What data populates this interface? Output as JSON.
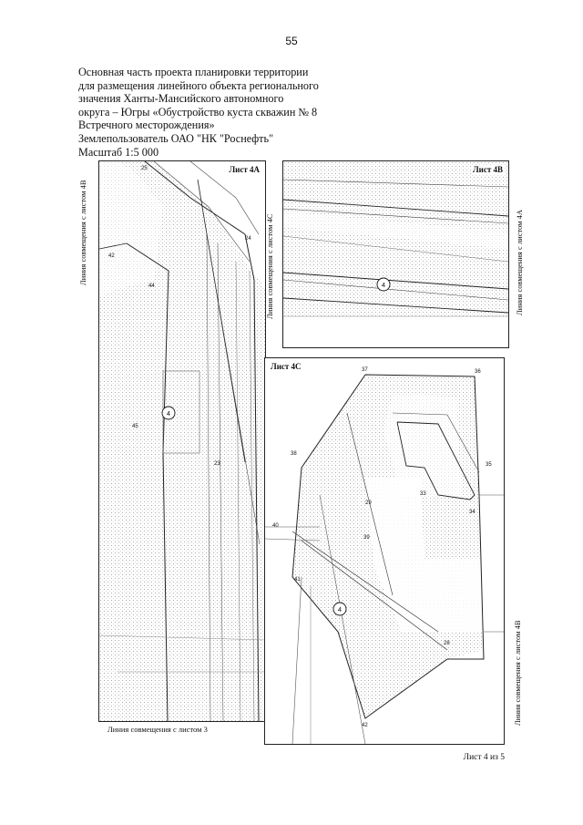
{
  "page": {
    "number": "55"
  },
  "header": {
    "lines": [
      "Основная часть проекта планировки территории",
      "для размещения линейного объекта регионального",
      "значения Ханты-Мансийского автономного",
      "округа – Югры «Обустройство куста скважин № 8",
      "Встречного месторождения»",
      "Землепользователь ОАО \"НК \"Роснефть\"",
      "Масштаб 1:5 000"
    ]
  },
  "sheets": {
    "a": {
      "title": "Лист 4А",
      "bottom_label": "Линия совмещения с листом 3",
      "left_label": "Линия совмещения с листом 4В",
      "point_labels": [
        "25",
        "24",
        "42",
        "44",
        "45",
        "23"
      ],
      "marker": "4"
    },
    "b": {
      "title": "Лист 4В",
      "left_label": "Линия совмещения с листом 4С",
      "right_label": "Линия совмещения с листом 4А",
      "marker": "4"
    },
    "c": {
      "title": "Лист 4С",
      "right_label": "Линия совмещения с листом 4В",
      "point_labels": [
        "37",
        "36",
        "38",
        "35",
        "29",
        "33",
        "34",
        "40",
        "39",
        "41",
        "28",
        "42"
      ],
      "marker": "4"
    }
  },
  "footer": {
    "sheet_label": "Лист 4 из 5"
  },
  "colors": {
    "ink": "#222222",
    "stipple": "#9a9a9a",
    "background": "#ffffff"
  }
}
